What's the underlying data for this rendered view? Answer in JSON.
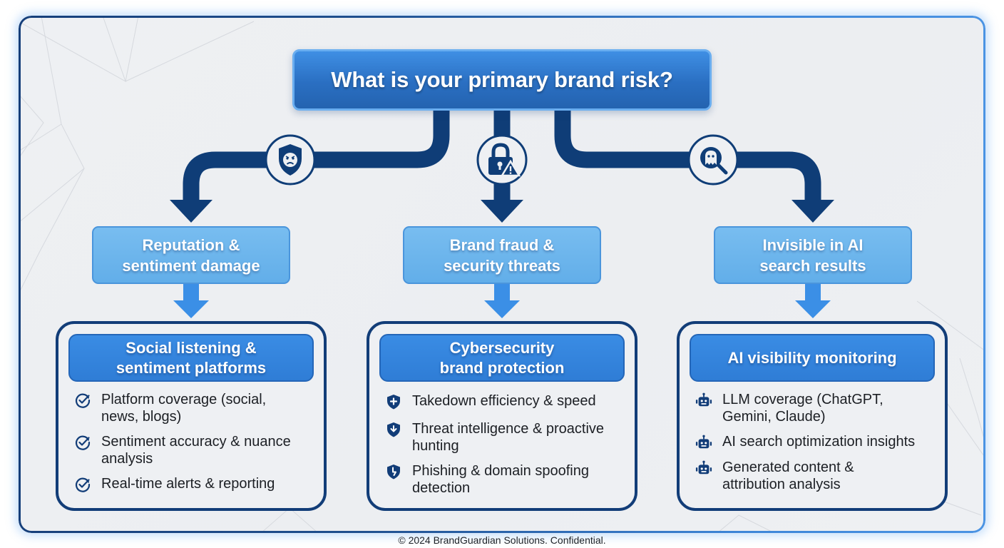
{
  "question": {
    "title": "What is your primary brand risk?"
  },
  "colors": {
    "navy": "#123d78",
    "primary_blue": "#2f7dd6",
    "light_blue": "#6ab4ec",
    "background": "#eef0f3",
    "text": "#1c1f24"
  },
  "branches": [
    {
      "connector_icon": "angry-shield-icon",
      "risk": {
        "line1": "Reputation &",
        "line2": "sentiment damage"
      },
      "solution": {
        "title_line1": "Social listening &",
        "title_line2": "sentiment platforms",
        "feature_icon": "check-circle-icon",
        "features": [
          {
            "line1": "Platform coverage (social,",
            "line2": "news, blogs)"
          },
          {
            "line1": "Sentiment accuracy & nuance",
            "line2": "analysis"
          },
          {
            "line1": "Real-time alerts & reporting",
            "line2": ""
          }
        ]
      }
    },
    {
      "connector_icon": "lock-warning-icon",
      "risk": {
        "line1": "Brand fraud &",
        "line2": "security threats"
      },
      "solution": {
        "title_line1": "Cybersecurity",
        "title_line2": "brand protection",
        "feature_icon": "shield-icon",
        "features": [
          {
            "line1": "Takedown efficiency & speed",
            "line2": ""
          },
          {
            "line1": "Threat intelligence & proactive",
            "line2": "hunting"
          },
          {
            "line1": "Phishing & domain spoofing",
            "line2": "detection"
          }
        ]
      }
    },
    {
      "connector_icon": "ghost-search-icon",
      "risk": {
        "line1": "Invisible in AI",
        "line2": "search results"
      },
      "solution": {
        "title_line1": "AI visibility monitoring",
        "title_line2": "",
        "feature_icon": "robot-icon",
        "features": [
          {
            "line1": "LLM coverage (ChatGPT,",
            "line2": "Gemini, Claude)"
          },
          {
            "line1": "AI search optimization insights",
            "line2": ""
          },
          {
            "line1": "Generated content &",
            "line2": "attribution analysis"
          }
        ]
      }
    }
  ],
  "footer": {
    "text": "© 2024 BrandGuardian Solutions. Confidential."
  }
}
